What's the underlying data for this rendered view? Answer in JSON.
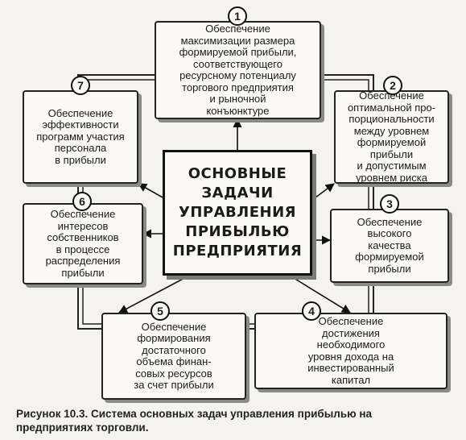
{
  "center_title": "ОСНОВНЫЕ\nЗАДАЧИ\nУПРАВЛЕНИЯ\nПРИБЫЛЬЮ\nПРЕДПРИЯТИЯ",
  "tasks": [
    {
      "number": "1",
      "text": "Обеспечение\nмаксимизации размера\nформируемой прибыли,\nсоответствующего\nресурсному потенциалу\nторгового предприятия\nи рыночной\nконъюнктуре"
    },
    {
      "number": "2",
      "text": "Обеспечение\nоптимальной про-\nпорциональности\nмежду уровнем\nформируемой\nприбыли\nи допустимым\nуровнем риска"
    },
    {
      "number": "3",
      "text": "Обеспечение\nвысокого\nкачества\nформируемой\nприбыли"
    },
    {
      "number": "4",
      "text": "Обеспечение\nдостижения\nнеобходимого\nуровня дохода на\nинвестированный\nкапитал"
    },
    {
      "number": "5",
      "text": "Обеспечение\nформирования\nдостаточного\nобъема финан-\nсовых ресурсов\nза счет прибыли"
    },
    {
      "number": "6",
      "text": "Обеспечение\nинтересов\nсобственников\nв процессе\nраспределения\nприбыли"
    },
    {
      "number": "7",
      "text": "Обеспечение\nэффективности\nпрограмм участия\nперсонала\nв прибыли"
    }
  ],
  "caption": "Рисунок 10.3. Система основных задач управления прибылью на\n      предприятиях торговли."
}
